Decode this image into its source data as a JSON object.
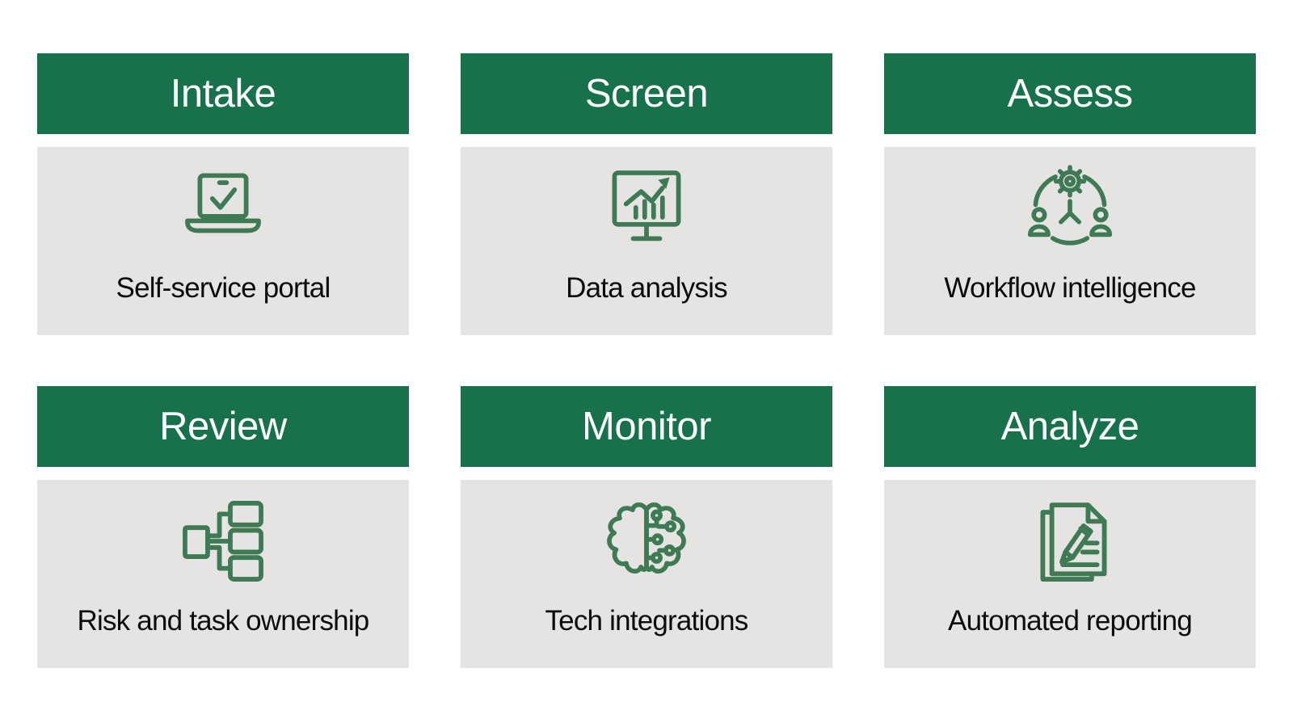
{
  "colors": {
    "header-bg": "#17714B",
    "header-text": "#FFFFFF",
    "body-bg": "#E5E4E3",
    "icon-stroke": "#3E7B55",
    "label-text": "#0B0B0B",
    "page-bg": "#FFFFFF"
  },
  "cards": [
    {
      "title": "Intake",
      "label": "Self-service portal",
      "icon": "laptop-check-icon"
    },
    {
      "title": "Screen",
      "label": "Data analysis",
      "icon": "monitor-chart-icon"
    },
    {
      "title": "Assess",
      "label": "Workflow intelligence",
      "icon": "people-gear-network-icon"
    },
    {
      "title": "Review",
      "label": "Risk and task ownership",
      "icon": "org-chart-icon"
    },
    {
      "title": "Monitor",
      "label": "Tech integrations",
      "icon": "brain-circuit-icon"
    },
    {
      "title": "Analyze",
      "label": "Automated reporting",
      "icon": "documents-pencil-icon"
    }
  ]
}
